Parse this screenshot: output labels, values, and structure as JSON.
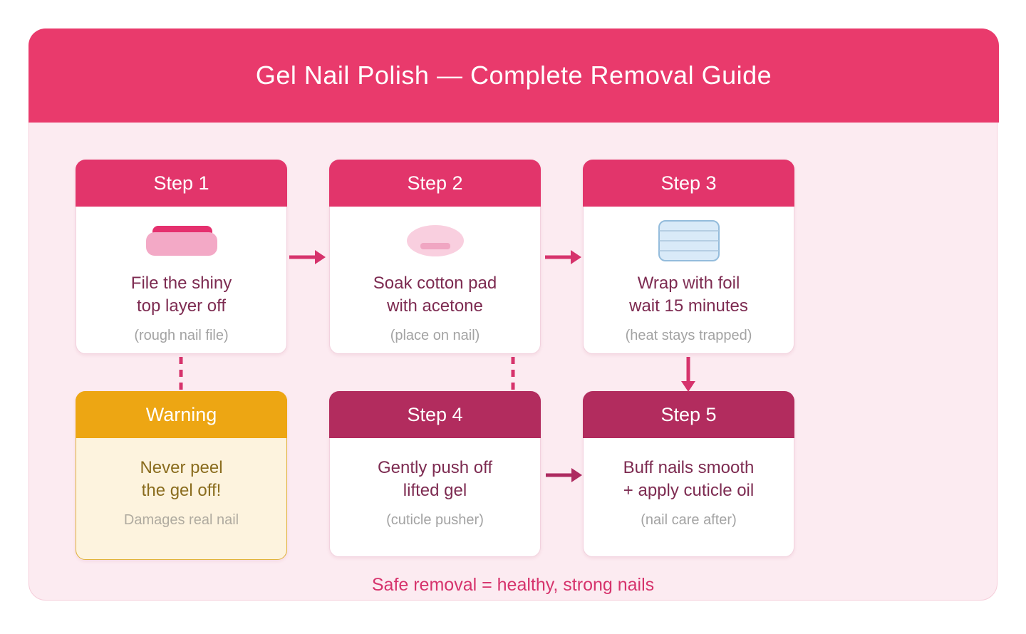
{
  "page": {
    "title": "Gel Nail Polish — Complete Removal Guide",
    "footer": "Safe removal = healthy, strong nails"
  },
  "colors": {
    "banner": "#e93a6c",
    "poster_bg": "#fcebf1",
    "step_header": "#e2356b",
    "step_header_dark": "#b22c5e",
    "warning_header": "#eda613",
    "warning_body": "#fdf3de",
    "body_text": "#7d2b51",
    "warning_text": "#8a6c1e",
    "caption_text": "#a3a3a3",
    "arrow": "#d6336c",
    "arrow_dark": "#ad2a60",
    "foil_blue": "#d9eaf8"
  },
  "cards": [
    {
      "id": "step-1",
      "title": "Step 1",
      "icon": "nail-file-icon",
      "line1": "File the shiny",
      "line2": "top layer off",
      "caption": "(rough nail file)"
    },
    {
      "id": "step-2",
      "title": "Step 2",
      "icon": "cotton-pad-icon",
      "line1": "Soak cotton pad",
      "line2": "with acetone",
      "caption": "(place on nail)"
    },
    {
      "id": "step-3",
      "title": "Step 3",
      "icon": "foil-wrap-icon",
      "line1": "Wrap with foil",
      "line2": "wait 15 minutes",
      "caption": "(heat stays trapped)"
    },
    {
      "id": "warning",
      "title": "Warning",
      "icon": "",
      "line1": "Never peel",
      "line2": "the gel off!",
      "caption": "Damages real nail"
    },
    {
      "id": "step-4",
      "title": "Step 4",
      "icon": "",
      "line1": "Gently push off",
      "line2": "lifted gel",
      "caption": "(cuticle pusher)"
    },
    {
      "id": "step-5",
      "title": "Step 5",
      "icon": "",
      "line1": "Buff nails smooth",
      "line2": "+ apply cuticle oil",
      "caption": "(nail care after)"
    }
  ]
}
